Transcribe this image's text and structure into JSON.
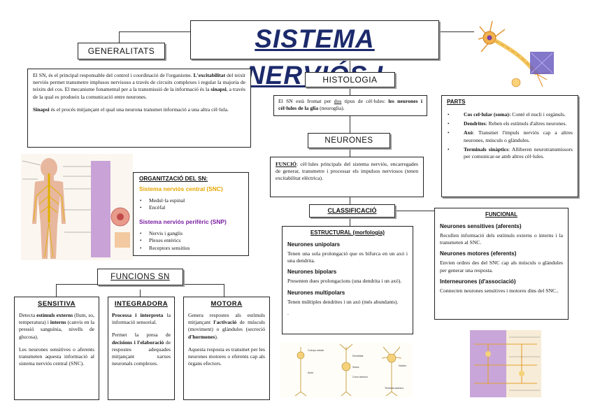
{
  "title": "SISTEMA NERVIÓS I",
  "generalitats": {
    "label": "GENERALITATS",
    "p1_a": "El SN, és el principal responsable del control i coordinació de l'organisme.",
    "p1_b_bold": "L'excitabilitat",
    "p1_b": "del teixit nerviós permet transmetre implusos nervisoso a través de circuits complexes i regular la majoria de teixits del cos. El mecanisme fonamental per a la transmissió de la informació és la",
    "p1_sinapsi": "sinapsi",
    "p1_c": ", a través de la qual es produeix la comunicació entre neurones.",
    "p2_bold": "Sinapsi",
    "p2": "és el procés mitjançant el qual una neurona transmet informació a una altra cèl·lula."
  },
  "organitzacio": {
    "title": "ORGANITZACIÓ DEL SN:",
    "snc_title": "Sistema nerviós central (SNC)",
    "snc_items": [
      "Medul·la espinal",
      "Encèfal"
    ],
    "snp_title": "Sistema nerviós perifèric (SNP)",
    "snp_items": [
      "Nervis i ganglis",
      "Plexes entèrics",
      "Receptors sensitius"
    ],
    "colors": {
      "snc": "#e6a500",
      "snp": "#7a1fa2"
    }
  },
  "funcions": {
    "label": "FUNCIONS SN",
    "sensitiva": {
      "title": "SENSITIVA",
      "t1": "Detecta",
      "t1_bold": "estímuls externs",
      "t2": "(llum, so, temperatura) i",
      "t2_bold": "interns",
      "t3": "(canvis en la pressió sanguínia, nivells de glucosa).",
      "p2": "Les neurones sensitives o aferents transmeten aquesta informació al sistema nerviós central (SNC)."
    },
    "integradora": {
      "title": "INTEGRADORA",
      "t1_bold": "Processa i interpreta",
      "t1": "la informació sensorial.",
      "t2": "Permet la presa de",
      "t2_bold": "decisions i l'elaboració",
      "t3": "de respostes adequades mitjançant xarxes neuronals complexes."
    },
    "motora": {
      "title": "MOTORA",
      "t1": "Genera respostes als estímuls mitjançant",
      "t1_bold": "l'activació",
      "t2": "de músculs (moviment) o glàndules (secreció",
      "t2_bold": "d'hormones",
      "t3": ").",
      "p2": "Aquesta resposta es transmet per les neurones motores o eferents cap als òrgans efectors."
    }
  },
  "histologia": {
    "label": "HISTOLOGIA",
    "t1": "El SN està fromat per",
    "t1_u": "dos",
    "t2": "tipus de cèl·lules:",
    "t2_bold": "les neurones i cèl·lules de la glia",
    "t3": "(neuroglia)."
  },
  "neurones": {
    "label": "NEURONES",
    "funcio_label": "FUNCIÓ",
    "funcio_text": ": cèl·lules principals del sistema nerviós, encarregades de generar, transmetre i processar els impulsos nerviosos (tenen excitabilitat elèctrica)."
  },
  "parts": {
    "title": "PARTS",
    "items": [
      {
        "bold": "Cos cel·lular (soma):",
        "text": " Conté el nucli i orgànuls."
      },
      {
        "bold": "Dendrites",
        "text": ": Reben els estímuls d'altres neurones."
      },
      {
        "bold": "Axó",
        "text": ": Transmet l'impuls nerviós cap a altres neurones, músculs o glàndules."
      },
      {
        "bold": "Terminals sinàptics",
        "text": ": Alliberen neurotransmissors per comunicar-se amb altres cèl·lules."
      }
    ]
  },
  "classificacio": {
    "label": "CLASSIFICACIÓ",
    "estructural": {
      "title": "ESTRUCTURAL (morfologia)",
      "items": [
        {
          "h": "Neurones unipolars",
          "t": "Tenen una sola prolongació que es bifurca en un axó i una dendrita."
        },
        {
          "h": "Neurones bipolars",
          "t": "Presenten dues prolongacions (una dendrita i un axó)."
        },
        {
          "h": "Neurones multipolars",
          "t": "Tenen múltiples dendrites i un axó (més abundants)."
        }
      ],
      "trailing": "."
    },
    "funcional": {
      "title": "FUNCIONAL",
      "items": [
        {
          "h": "Neurones sensitives (aferents)",
          "t": "Recullen informació dels estímuls externs o interns i la transmeten al SNC."
        },
        {
          "h": "Neurones motores (eferents)",
          "t": "Envien ordres des del SNC cap als músculs o glàndules per generar una resposta."
        },
        {
          "h": "Interneurones (d'associació)",
          "t": "Connecten neurones sensitives i motores dins del SNC.."
        }
      ]
    }
  },
  "figures": {
    "neuron_image": "neuron-illustration",
    "body_image": "nervous-system-body-illustration",
    "neuron_types_image": "neuron-types-diagram",
    "reflex_image": "reflex-arc-diagram",
    "neuron_type_labels": [
      "Cuerpo celular",
      "Axón",
      "Dendritas",
      "Soma",
      "Cono axónico",
      "Núcleo",
      "Terminal axónico"
    ]
  }
}
